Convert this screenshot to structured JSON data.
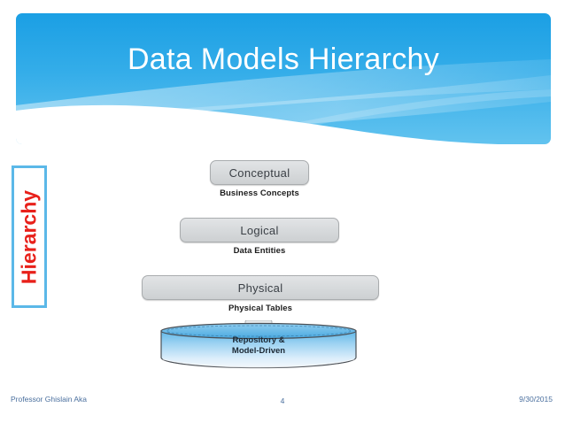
{
  "slide": {
    "title": "Data Models Hierarchy",
    "accent_blue": "#1ea2e6",
    "title_color": "#ffffff",
    "background": "#ffffff"
  },
  "hierarchy_label": {
    "text": "Hierarchy",
    "color": "#e8201a",
    "border_color": "#5bb8e8"
  },
  "layers": [
    {
      "name": "Conceptual",
      "caption": "Business Concepts"
    },
    {
      "name": "Logical",
      "caption": "Data Entities"
    },
    {
      "name": "Physical",
      "caption": "Physical Tables"
    }
  ],
  "repository": {
    "line1": "Repository &",
    "line2": "Model-Driven",
    "fill_color": "#7fc4ec"
  },
  "footer": {
    "author": "Professor Ghislain Aka",
    "page_number": "4",
    "date": "9/30/2015",
    "color": "#4a6f9e"
  }
}
